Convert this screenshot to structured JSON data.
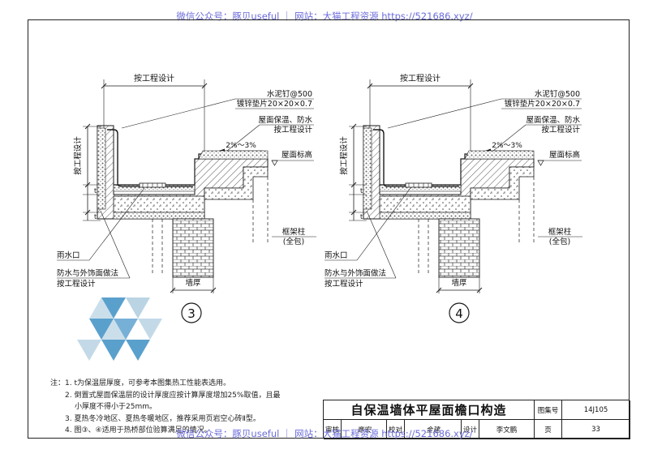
{
  "watermark": {
    "top": "微信公众号：豚贝useful ｜ 网站：大猫工程资源 https://521686.xyz/",
    "bottom": "微信公众号：豚贝useful ｜ 网站：大猫工程资源 https://521686.xyz/"
  },
  "details": [
    {
      "number": "3",
      "dim_top": "按工程设计",
      "nail_note": "水泥钉@500",
      "washer_note": "镀锌垫片20×20×0.7",
      "roof_insulation_line1": "屋面保温、防水",
      "roof_insulation_line2": "按工程设计",
      "slope": "2%～3%",
      "roof_elevation": "屋面标高",
      "dim_side": "按工程设计",
      "dim_t1": "t",
      "dim_t2": "t",
      "drain": "雨水口",
      "finish_line1": "防水与外饰面做法",
      "finish_line2": "按工程设计",
      "column_line1": "框架柱",
      "column_line2": "(全包)",
      "wall_thickness": "墙厚"
    },
    {
      "number": "4",
      "dim_top": "按工程设计",
      "nail_note": "水泥钉@500",
      "washer_note": "镀锌垫片20×20×0.7",
      "roof_insulation_line1": "屋面保温、防水",
      "roof_insulation_line2": "按工程设计",
      "slope": "2%～3%",
      "roof_elevation": "屋面标高",
      "dim_side": "按工程设计",
      "dim_t1": "t",
      "dim_t2": "t",
      "drain": "雨水口",
      "finish_line1": "防水与外饰面做法",
      "finish_line2": "按工程设计",
      "column_line1": "框架柱",
      "column_line2": "(全包)",
      "wall_thickness": "墙厚"
    }
  ],
  "notes": {
    "label": "注：",
    "items": [
      "1. t为保温层厚度，可参考本图集热工性能表选用。",
      "2. 倒置式屋面保温层的设计厚度应按计算厚度增加25%取值，且最",
      "小厚度不得小于25mm。",
      "3. 夏热冬冷地区、夏热冬暖地区，推荐采用页岩空心砖Ⅱ型。",
      "4. 图③、④适用于热桥部位验算满足的情况。"
    ]
  },
  "title_block": {
    "title": "自保温墙体平屋面檐口构造",
    "atlas_label": "图集号",
    "atlas_value": "14J105",
    "review_label": "审核",
    "review_name": "商宏",
    "check_label": "校对",
    "check_name": "金建",
    "design_label": "设计",
    "design_name": "李文鹏",
    "page_label": "页",
    "page_value": "33"
  },
  "colors": {
    "line": "#1a1a1a",
    "watermark": "#6b6bdc",
    "logo_blue": "#3d8fc4",
    "logo_light": "#a9c9dd"
  }
}
